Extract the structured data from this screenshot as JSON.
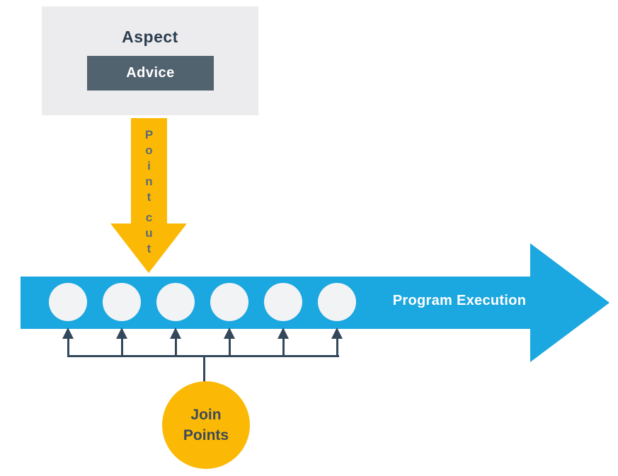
{
  "aspect_box": {
    "title": "Aspect",
    "advice_label": "Advice"
  },
  "pointcut_arrow": {
    "label": "Point cut"
  },
  "execution_arrow": {
    "label": "Program Execution",
    "join_point_count": 6
  },
  "join_points_bubble": {
    "label": "Join Points"
  },
  "colors": {
    "yellow": "#FBB905",
    "blue": "#1BA7E0",
    "box_gray": "#ECECEE",
    "advice_slate": "#526370",
    "navy_text": "#2C3E50",
    "connector_dark": "#34485C",
    "pointcut_text": "#5D6B77",
    "circle_fill": "#F2F3F5",
    "join_points_text": "#3C4A58",
    "white": "#FFFFFF"
  }
}
